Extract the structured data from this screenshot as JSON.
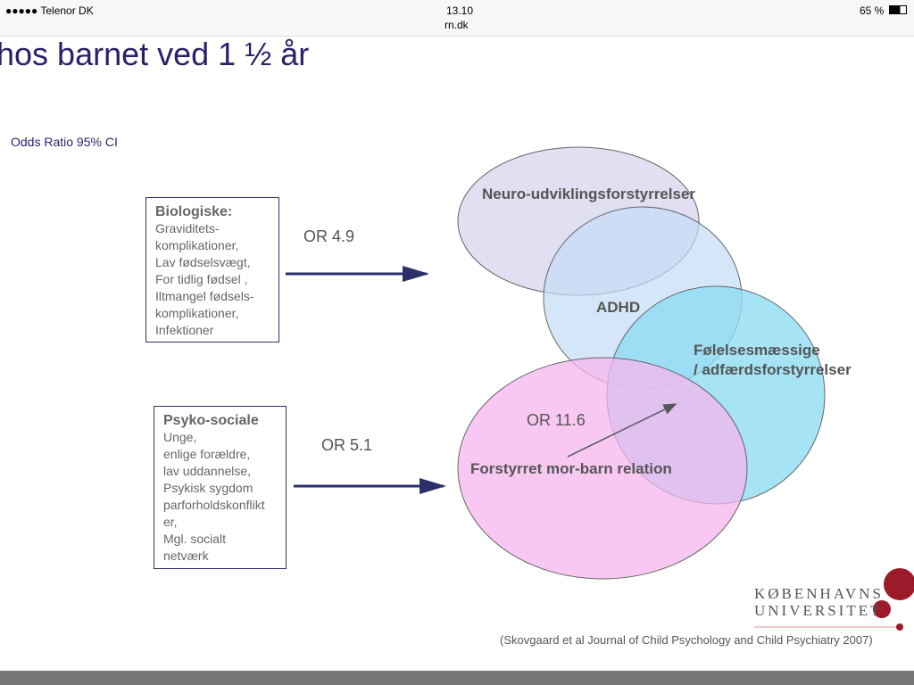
{
  "status_bar": {
    "carrier": "●●●●● Telenor DK",
    "time": "13.10",
    "url": "rn.dk",
    "battery": "65 %"
  },
  "slide": {
    "title": "hos barnet ved 1 ½ år",
    "odds_label": "Odds Ratio 95% CI",
    "bio_box": {
      "heading": "Biologiske:",
      "lines": [
        "Graviditets-",
        "komplikationer,",
        "Lav fødselsvægt,",
        "For tidlig fødsel ,",
        "Iltmangel fødsels-",
        "komplikationer,",
        "Infektioner"
      ]
    },
    "psy_box": {
      "heading": "Psyko-sociale",
      "lines": [
        "Unge,",
        "enlige forældre,",
        "lav uddannelse,",
        "Psykisk sygdom",
        "parforholdskonflikt",
        "er,",
        "Mgl. socialt",
        "netværk"
      ]
    },
    "or_bio": "OR 4.9",
    "or_psy": "OR 5.1",
    "or_mor": "OR 11.6",
    "circles": {
      "neuro": "Neuro-udviklingsforstyrrelser",
      "adhd": "ADHD",
      "feel1": "Følelsesmæssige",
      "feel2": "/ adfærdsforstyrrelser",
      "mor": "Forstyrret mor-barn relation"
    },
    "logo": {
      "line1": "KØBENHAVNS",
      "line2": "UNIVERSITET"
    },
    "citation": "(Skovgaard et al Journal of Child Psychology and Child Psychiatry 2007)"
  }
}
